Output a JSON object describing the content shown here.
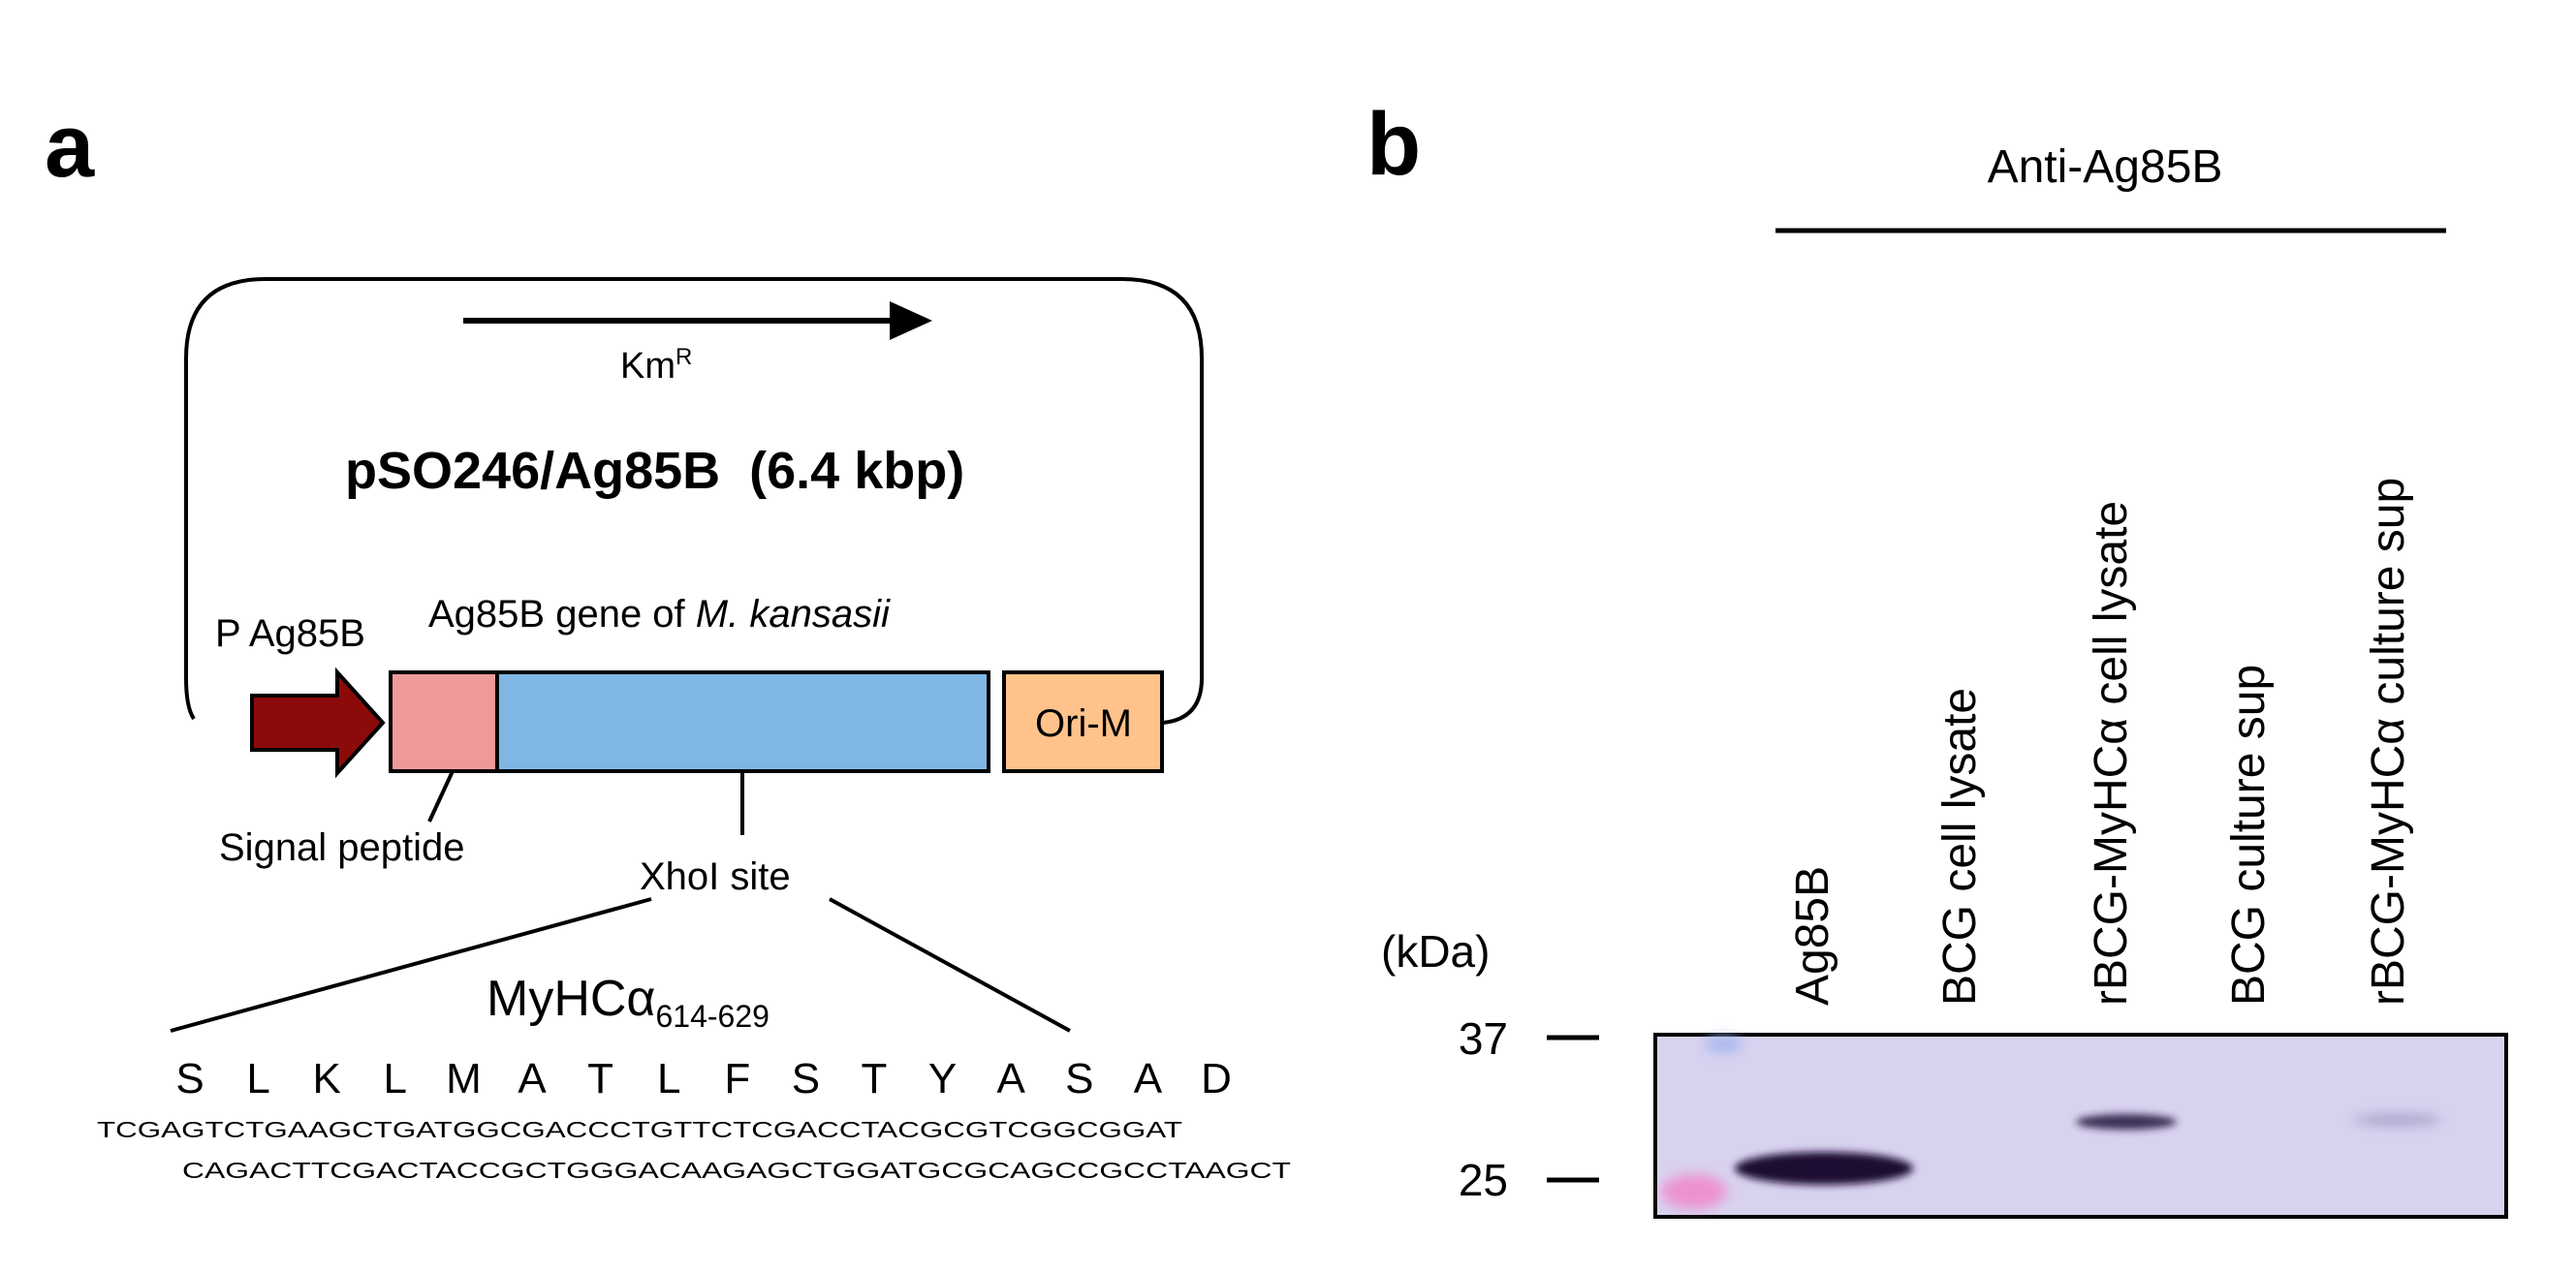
{
  "panel_a": {
    "letter": "a",
    "plasmid_title": "pSO246/Ag85B  (6.4 kbp)",
    "kanamycin_label": "Km",
    "kanamycin_superscript": "R",
    "promoter_label": "P Ag85B",
    "gene_label_prefix": "Ag85B gene of ",
    "gene_label_species": "M. kansasii",
    "ori_label": "Ori-M",
    "signal_peptide_label": "Signal peptide",
    "xhoi_label": "XhoI site",
    "insert_name": "MyHCα",
    "insert_subscript": "614-629",
    "amino_acids": [
      "S",
      "L",
      "K",
      "L",
      "M",
      "A",
      "T",
      "L",
      "F",
      "S",
      "T",
      "Y",
      "A",
      "S",
      "A",
      "D"
    ],
    "dna_top": "TCGAGTCTGAAGCTGATGGCGACCCTGTTCTCGACCTACGCGTCGGCGGAT",
    "dna_bottom": "CAGACTTCGACTACCGCTGGGACAAGAGCTGGATGCGCAGCCGCCTAAGCT",
    "colors": {
      "promoter": "#8b0b0b",
      "signal_peptide": "#ef9a9a",
      "gene": "#7fb6e4",
      "ori": "#ffc28a"
    }
  },
  "panel_b": {
    "letter": "b",
    "antibody_label": "Anti-Ag85B",
    "unit_label": "(kDa)",
    "markers": [
      "37",
      "25"
    ],
    "lanes": [
      "Ag85B",
      "BCG cell lysate",
      "rBCG-MyHCα cell lysate",
      "BCG culture sup",
      "rBCG-MyHCα culture sup"
    ],
    "blot_background": "#d8d2ef"
  }
}
